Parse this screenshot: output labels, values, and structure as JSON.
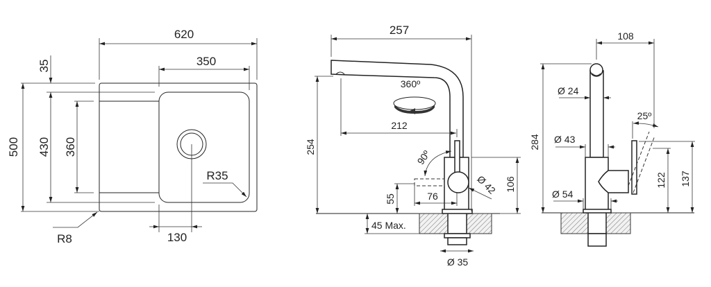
{
  "sink_view": {
    "width_total": "620",
    "width_bowl": "350",
    "edge_offset": "35",
    "depth_total": "500",
    "depth_inner": "430",
    "drainer_depth": "360",
    "bowl_radius": "R35",
    "corner_radius": "R8",
    "drain_offset": "130"
  },
  "tap_side_view": {
    "reach_total": "257",
    "spout_reach": "212",
    "height_outlet": "254",
    "rotation": "360º",
    "lever_angle": "90º",
    "lever_height": "55",
    "lever_length": "76",
    "handle_diameter": "Ø 42",
    "body_height": "106",
    "max_thickness": "45 Max.",
    "shank_diameter": "Ø 35"
  },
  "tap_front_view": {
    "depth": "108",
    "height_total": "284",
    "spout_diameter": "Ø 24",
    "body_diameter_top": "Ø 43",
    "lever_tilt": "25º",
    "lever_height_low": "122",
    "lever_height_high": "137",
    "base_diameter": "Ø 54"
  }
}
